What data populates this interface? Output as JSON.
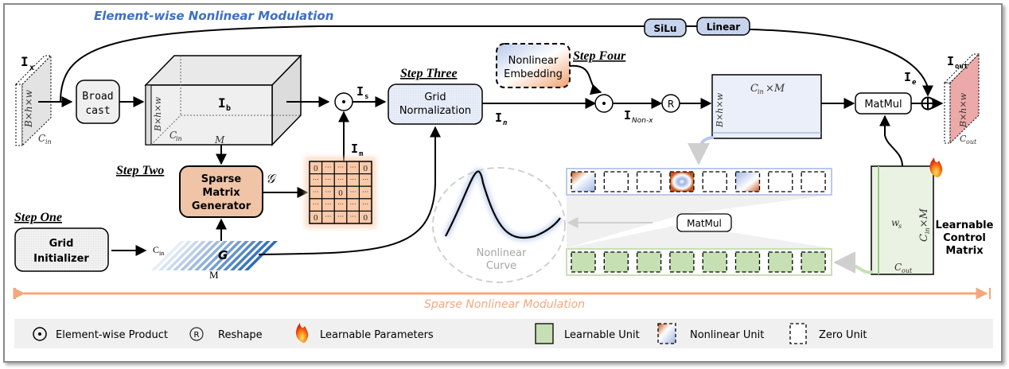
{
  "titles": {
    "element_wise": "Element-wise Nonlinear Modulation",
    "sparse": "Sparse Nonlinear Modulation"
  },
  "colors": {
    "element_wise_title": "#3d6fc4",
    "sparse_title": "#f4a77c",
    "sparse_arrow": "#f4a77c",
    "silu_fill": "#c9d6ee",
    "sparse_gen_fill": "#f0c4a6",
    "matrix_fill": "#f9c9a8",
    "output_fill": "#eca9a9",
    "learnable_fill": "#c6e0b4",
    "nonlinear_orange": "#c9571a",
    "nonlinear_blue": "#b9c9ea",
    "legend_bg": "#f0f0f0"
  },
  "steps": {
    "one": "Step One",
    "two": "Step Two",
    "three": "Step Three",
    "four": "Step Four"
  },
  "blocks": {
    "broadcast_l1": "Broad",
    "broadcast_l2": "cast",
    "grid_init_l1": "Grid",
    "grid_init_l2": "Initializer",
    "sparse_gen_l1": "Sparse",
    "sparse_gen_l2": "Matrix",
    "sparse_gen_l3": "Generator",
    "grid_norm_l1": "Grid",
    "grid_norm_l2": "Normalization",
    "nonlin_embed_l1": "Nonlinear",
    "nonlin_embed_l2": "Embedding",
    "silu": "SiLu",
    "linear": "Linear",
    "matmul_main": "MatMul",
    "matmul_inner": "MatMul",
    "learnable_l1": "Learnable",
    "learnable_l2": "Control",
    "learnable_l3": "Matrix",
    "curve_l1": "Nonlinear",
    "curve_l2": "Curve"
  },
  "symbols": {
    "Ix": "I",
    "Ix_sub": "x",
    "Ib": "I",
    "Ib_sub": "b",
    "Is": "I",
    "Is_sub": "s",
    "Im": "I",
    "Im_sub": "m",
    "In": "I",
    "In_sub": "n",
    "Inonx": "I",
    "Inonx_sub": "Non-x",
    "Ie": "I",
    "Ie_sub": "e",
    "Iout": "I",
    "Iout_sub": "out",
    "G_cal": "𝒢",
    "G": "G",
    "reshape": "R"
  },
  "dims": {
    "bhw": "B×h×w",
    "cin": "C",
    "cin_sub": "in",
    "cout": "C",
    "cout_sub": "out",
    "M": "M",
    "cin_x_M": "C",
    "cin_x_M_rest": "×M",
    "ws": "w",
    "ws_sub": "s",
    "grid_cin": "C",
    "grid_cin_sub": "in",
    "grid_M": "M"
  },
  "matrix": {
    "rows": [
      [
        "0",
        "···",
        "···",
        "···",
        "0"
      ],
      [
        "···",
        "···",
        "···",
        "···",
        "···"
      ],
      [
        "···",
        "···",
        "0",
        "···",
        "···"
      ],
      [
        "···",
        "···",
        "···",
        "···",
        "···"
      ],
      [
        "0",
        "···",
        "···",
        "···",
        "0"
      ]
    ]
  },
  "unit_rows": {
    "top": [
      "nonlinear-a",
      "zero",
      "zero",
      "nonlinear-b",
      "zero",
      "nonlinear-c",
      "zero",
      "zero"
    ],
    "bottom": [
      "learnable",
      "learnable",
      "learnable",
      "learnable",
      "learnable",
      "learnable",
      "learnable",
      "learnable"
    ]
  },
  "legend": [
    {
      "icon": "element-wise-product",
      "label": "Element-wise Product"
    },
    {
      "icon": "reshape",
      "label": "Reshape"
    },
    {
      "icon": "flame",
      "label": "Learnable Parameters"
    },
    {
      "icon": "learnable-unit",
      "label": "Learnable Unit"
    },
    {
      "icon": "nonlinear-unit",
      "label": "Nonlinear Unit"
    },
    {
      "icon": "zero-unit",
      "label": "Zero Unit"
    }
  ]
}
